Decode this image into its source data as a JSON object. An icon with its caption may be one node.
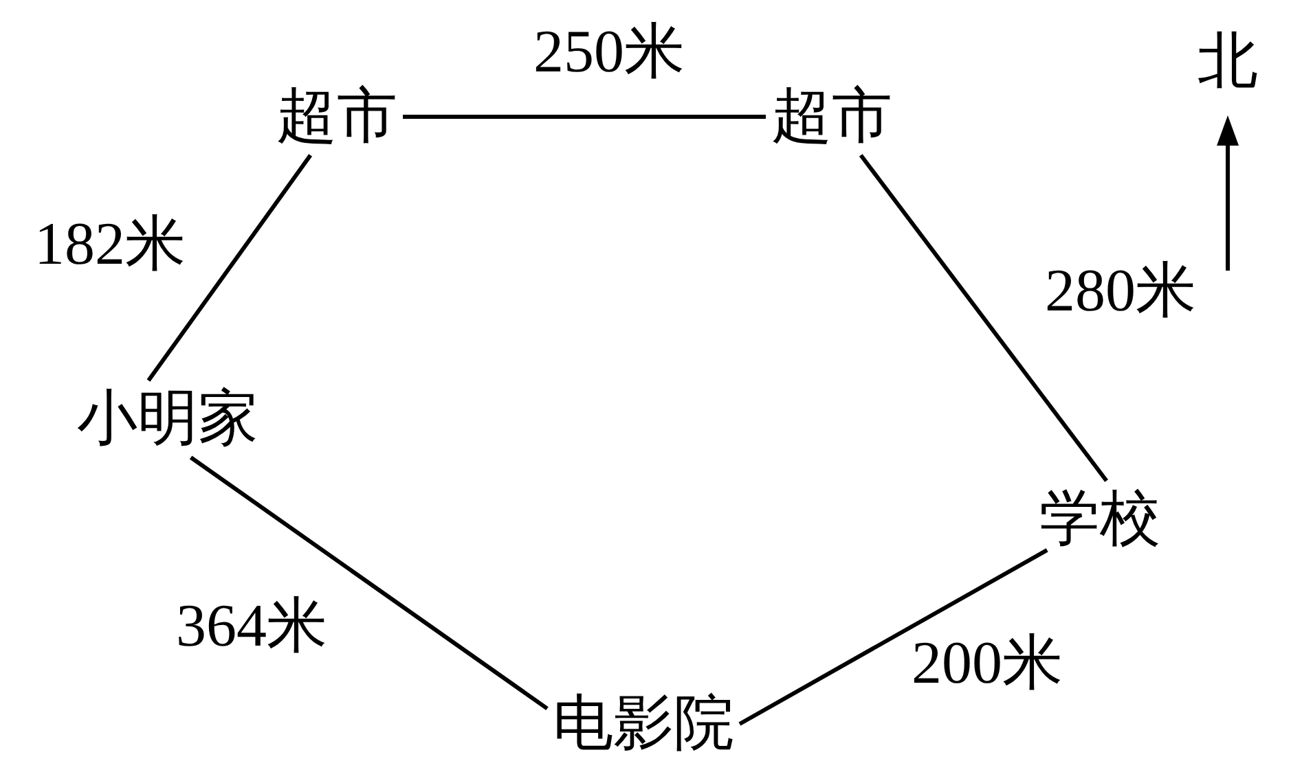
{
  "diagram": {
    "nodes": [
      {
        "text": [
          "超市"
        ]
      },
      {
        "text": [
          "超市"
        ]
      },
      {
        "text": [
          "学校"
        ]
      },
      {
        "text": [
          "电影院"
        ]
      },
      {
        "text": [
          "小明家"
        ]
      }
    ],
    "edges": [
      {
        "from": 0,
        "to": 1,
        "arrow": "none",
        "label": "250米"
      },
      {
        "from": 1,
        "to": 2,
        "arrow": "none",
        "label": "280米"
      },
      {
        "from": 2,
        "to": 3,
        "arrow": "none",
        "label": "200米"
      },
      {
        "from": 3,
        "to": 4,
        "arrow": "none",
        "label": "364米"
      },
      {
        "from": 4,
        "to": 0,
        "arrow": "none",
        "label": "182米"
      }
    ],
    "labels": [
      "北"
    ]
  }
}
